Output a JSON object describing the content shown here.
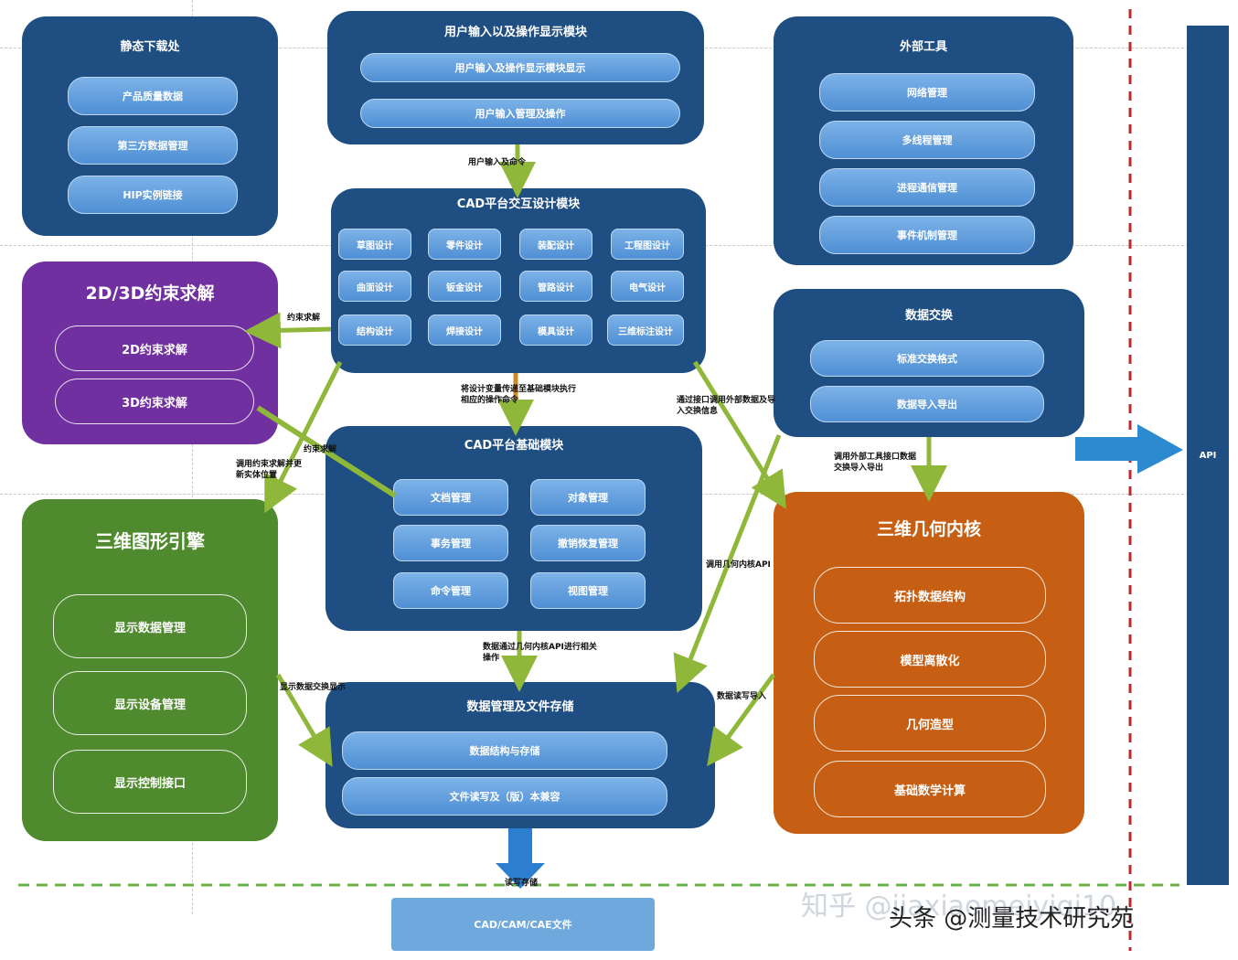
{
  "panels": {
    "top_left": {
      "title": "静态下载处",
      "items": [
        "产品质量数据",
        "第三方数据管理",
        "HIP实例链接"
      ]
    },
    "top_center": {
      "title": "用户输入以及操作显示模块",
      "items": [
        "用户输入及操作显示模块显示",
        "用户输入管理及操作"
      ]
    },
    "cad_platform": {
      "title": "CAD平台交互设计模块",
      "items": [
        "草图设计",
        "零件设计",
        "装配设计",
        "工程图设计",
        "曲面设计",
        "钣金设计",
        "管路设计",
        "电气设计",
        "结构设计",
        "焊接设计",
        "模具设计",
        "三维标注设计"
      ]
    },
    "right_top": {
      "title": "外部工具",
      "items": [
        "网络管理",
        "多线程管理",
        "进程通信管理",
        "事件机制管理"
      ]
    },
    "constraint": {
      "title": "2D/3D约束求解",
      "items": [
        "2D约束求解",
        "3D约束求解"
      ]
    },
    "external_interface": {
      "title": "数据交换",
      "items": [
        "标准交换格式",
        "数据导入导出"
      ]
    },
    "cad_core": {
      "title": "CAD平台基础模块",
      "items": [
        "文档管理",
        "对象管理",
        "事务管理",
        "撤销恢复管理",
        "命令管理",
        "视图管理"
      ]
    },
    "render": {
      "title": "三维图形引擎",
      "items": [
        "显示数据管理",
        "显示设备管理",
        "显示控制接口"
      ]
    },
    "kernel": {
      "title": "三维几何内核",
      "items": [
        "拓扑数据结构",
        "模型离散化",
        "几何造型",
        "基础数学计算"
      ]
    },
    "storage": {
      "title": "数据管理及文件存储",
      "items": [
        "数据结构与存储",
        "文件读写及（版）本兼容"
      ]
    }
  },
  "arrow_labels": {
    "a1": "用户输入及命令",
    "a2": "约束求解",
    "a3": "将设计变量传递至基础模块执行相应的操作命令",
    "a4": "通过接口调用外部数据及导入交换信息",
    "a5": "调用约束求解并更新实体位置",
    "a6": "约束求解",
    "a7": "调用外部工具接口数据交换导入导出",
    "a8": "调用几何内核API",
    "a9": "数据通过几何内核API进行相关操作",
    "a10": "显示数据交换显示",
    "a11": "数据读写导入",
    "a12": "读写存储"
  },
  "api_label": "API",
  "bottom_file": "CAD/CAM/CAE文件",
  "watermark_faint": "知乎 @jiaxiaomeiyiqi10",
  "watermark": "头条 @测量技术研究苑",
  "colors": {
    "navy": "#1f4e82",
    "purple": "#7030a0",
    "green": "#4f8a2e",
    "orange": "#c65e13",
    "arrow": "#8fb83a",
    "red_dash": "#c0282d"
  }
}
